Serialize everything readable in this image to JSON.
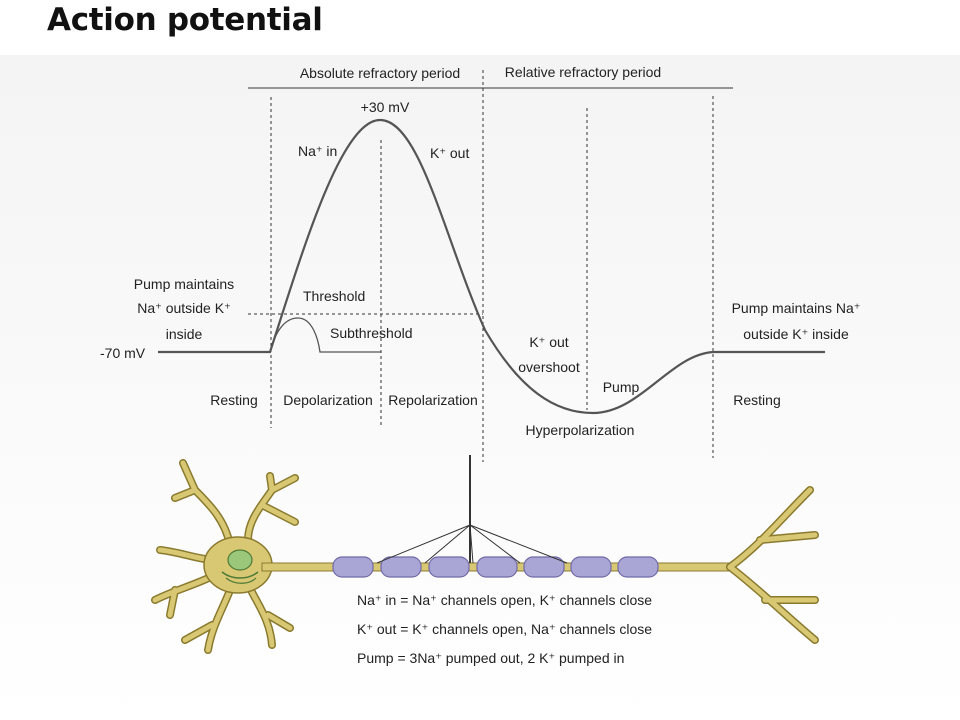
{
  "title": "Action potential",
  "periods": {
    "absolute": "Absolute refractory period",
    "relative": "Relative refractory period"
  },
  "voltages": {
    "peak": "+30 mV",
    "resting": "-70 mV"
  },
  "labels": {
    "na_in": "Na⁺ in",
    "k_out": "K⁺ out",
    "threshold": "Threshold",
    "subthreshold": "Subthreshold",
    "pump_left_1": "Pump maintains",
    "pump_left_2": "Na⁺ outside  K⁺",
    "pump_left_3": "inside",
    "pump_right_1": "Pump maintains  Na⁺",
    "pump_right_2": "outside  K⁺ inside",
    "k_out_overshoot_1": "K⁺ out",
    "k_out_overshoot_2": "overshoot",
    "pump": "Pump"
  },
  "phases": {
    "resting_left": "Resting",
    "depolarization": "Depolarization",
    "repolarization": "Repolarization",
    "hyperpolarization": "Hyperpolarization",
    "resting_right": "Resting"
  },
  "legend": [
    "Na⁺ in = Na⁺ channels open, K⁺ channels close",
    "K⁺ out = K⁺ channels open, Na⁺ channels close",
    "Pump = 3Na⁺ pumped out, 2 K⁺ pumped in"
  ],
  "colors": {
    "curve": "#555555",
    "neuron_fill": "#d8c873",
    "neuron_stroke": "#8a7a2e",
    "myelin_fill": "#a9a6d6",
    "myelin_stroke": "#6f6aa6",
    "nucleus": "#9bc77a"
  }
}
